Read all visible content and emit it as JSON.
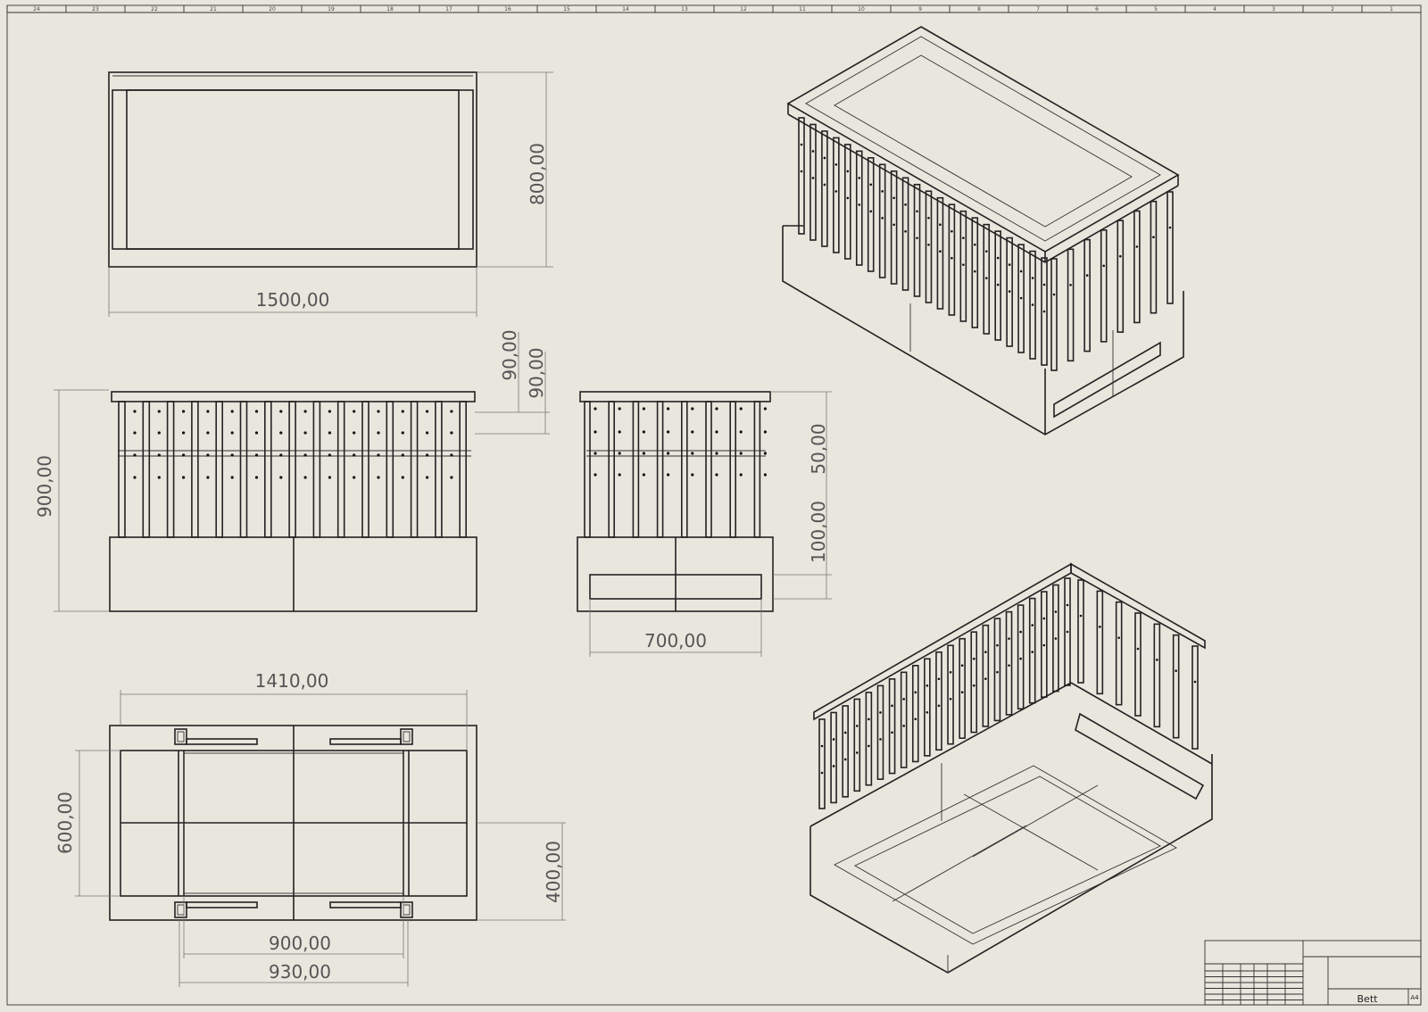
{
  "sheet": {
    "border_letters": [
      "24",
      "23",
      "22",
      "21",
      "20",
      "19",
      "18",
      "17",
      "16",
      "15",
      "14",
      "13",
      "12",
      "11",
      "10",
      "9",
      "8",
      "7",
      "6",
      "5",
      "4",
      "3",
      "2",
      "1"
    ]
  },
  "views": {
    "top": {
      "width_dim": "1500,00",
      "height_dim": "800,00"
    },
    "front": {
      "height_dim": "900,00",
      "rail_dim_1": "90,00",
      "rail_dim_2": "90,00"
    },
    "side": {
      "dim_50": "50,00",
      "dim_100": "100,00",
      "width_dim": "700,00"
    },
    "bottom": {
      "dim_1410": "1410,00",
      "dim_600": "600,00",
      "dim_400": "400,00",
      "dim_900": "900,00",
      "dim_930": "930,00"
    }
  },
  "title_block": {
    "part_name": "Bett",
    "sheet_size": "A4"
  }
}
